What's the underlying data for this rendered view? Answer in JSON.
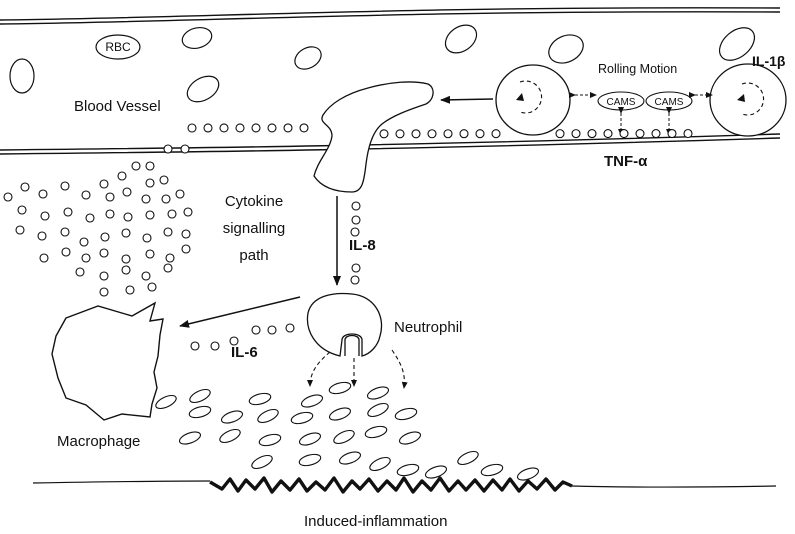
{
  "labels": {
    "rbc": "RBC",
    "blood_vessel": "Blood Vessel",
    "rolling_motion": "Rolling Motion",
    "il1b": "IL-1β",
    "cams_1": "CAMS",
    "cams_2": "CAMS",
    "tnfa": "TNF-α",
    "cytokine_1": "Cytokine",
    "cytokine_2": "signalling",
    "cytokine_3": "path",
    "il8": "IL-8",
    "il6": "IL-6",
    "neutrophil": "Neutrophil",
    "macrophage": "Macrophage",
    "induced": "Induced-inflammation"
  },
  "colors": {
    "stroke": "#111111",
    "background": "#ffffff"
  }
}
